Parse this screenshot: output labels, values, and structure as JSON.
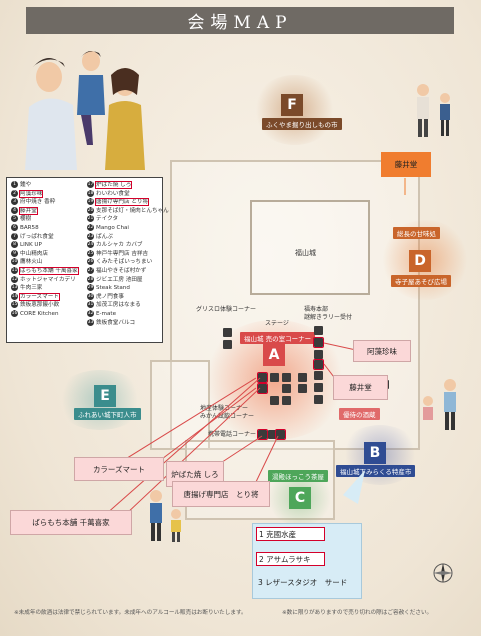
{
  "title": "会場MAP",
  "areas": {
    "A": {
      "letter": "A",
      "label": "福山城 売の室コーナー",
      "color": "#d94a4a"
    },
    "B": {
      "letter": "B",
      "label": "福山城下みらくる特産市",
      "color": "#2f4c93"
    },
    "C": {
      "letter": "C",
      "label": "湯殿ほっこう茶屋",
      "color": "#4ea65a"
    },
    "D": {
      "letter": "D",
      "label": "寺子屋あそび広場",
      "top_label": "総長の甘味処",
      "color": "#c9652b"
    },
    "E": {
      "letter": "E",
      "label": "ふれあい城下町人市",
      "color": "#3b8d8d"
    },
    "F": {
      "letter": "F",
      "label": "ふくやま掘り出しもの市",
      "color": "#7b4a2a"
    }
  },
  "map_labels": {
    "castle": "福山城",
    "stage": "ステージ",
    "taiken": "グリスロ体験コーナー",
    "honbu": "福寿本部",
    "rally": "謎解きラリー受付",
    "chiiki": "地産体験コーナー",
    "mikan": "みかん試飲コーナー",
    "keitai": "携帯電話コーナー",
    "yuutai": "優待の酒蔵"
  },
  "legend": {
    "left": [
      {
        "n": "1",
        "text": "鍾や",
        "hl": false
      },
      {
        "n": "2",
        "text": "阿藻珍味",
        "hl": true
      },
      {
        "n": "3",
        "text": "府中焼き 香粋",
        "hl": false
      },
      {
        "n": "4",
        "text": "藤井堂",
        "hl": true
      },
      {
        "n": "5",
        "text": "櫻樹",
        "hl": false
      },
      {
        "n": "6",
        "text": "BAR58",
        "hl": false
      },
      {
        "n": "7",
        "text": "げっぱれ食堂",
        "hl": false
      },
      {
        "n": "8",
        "text": "LINK UP",
        "hl": false
      },
      {
        "n": "9",
        "text": "中山精肉店",
        "hl": false
      },
      {
        "n": "10",
        "text": "鷹林火山",
        "hl": false
      },
      {
        "n": "11",
        "text": "ばらもち本舗 千萬喜家",
        "hl": true
      },
      {
        "n": "12",
        "text": "ホットジャマイカデリ",
        "hl": false
      },
      {
        "n": "13",
        "text": "牛肉三家",
        "hl": false
      },
      {
        "n": "14",
        "text": "カラーズマート",
        "hl": true
      },
      {
        "n": "15",
        "text": "鉄板恵那饅小飲",
        "hl": false
      },
      {
        "n": "16",
        "text": "CORE Kitchen",
        "hl": false
      }
    ],
    "right": [
      {
        "n": "17",
        "text": "炉ばた焼 しろ",
        "hl": true
      },
      {
        "n": "18",
        "text": "わいわい食堂",
        "hl": false
      },
      {
        "n": "19",
        "text": "唐揚げ専門店 とり将",
        "hl": true
      },
      {
        "n": "20",
        "text": "支那そば灯・焼肉とんちゃん",
        "hl": false
      },
      {
        "n": "21",
        "text": "テイクタ",
        "hl": false
      },
      {
        "n": "22",
        "text": "Mango Chai",
        "hl": false
      },
      {
        "n": "23",
        "text": "ぱんぷ",
        "hl": false
      },
      {
        "n": "24",
        "text": "カルシャカ カバブ",
        "hl": false
      },
      {
        "n": "25",
        "text": "神戸牛専門店 吉祥吉",
        "hl": false
      },
      {
        "n": "26",
        "text": "くみたそばいっちまい",
        "hl": false
      },
      {
        "n": "27",
        "text": "福山やきそば村かず",
        "hl": false
      },
      {
        "n": "28",
        "text": "ジビエ工房 池田屋",
        "hl": false
      },
      {
        "n": "29",
        "text": "Steak Stand",
        "hl": false
      },
      {
        "n": "30",
        "text": "虎ノ門食事",
        "hl": false
      },
      {
        "n": "31",
        "text": "加茂工房はなまる",
        "hl": false
      },
      {
        "n": "32",
        "text": "E-mate",
        "hl": false
      },
      {
        "n": "33",
        "text": "鉄板食堂バルコ",
        "hl": false
      }
    ]
  },
  "callouts": {
    "fujiido_top": "藤井堂",
    "ajimo": "阿藻珍味",
    "fujiido": "藤井堂",
    "colors": "カラーズマート",
    "baramochi": "ばらもち本舗 千萬喜家",
    "robata": "炉ばた焼 しろ",
    "karaage": "唐揚げ専門店　とり将"
  },
  "blue_panel": [
    {
      "text": "1 克國水産",
      "hl": true
    },
    {
      "text": "2 アサムラサキ",
      "hl": true
    },
    {
      "text": "3 レザースタジオ　サード",
      "hl": false
    }
  ],
  "footer": {
    "left": "※未成年の飲酒は法律で禁じられています。未成年へのアルコール販売はお断りいたします。",
    "right": "※数に限りがありますので売り切れの際はご容赦ください。"
  },
  "colors": {
    "highlight": "#d4002a",
    "callout_pink": "#fbd8d8",
    "callout_orange": "#f07d2f",
    "panel_blue": "#d7ecf6",
    "title_bar": "#6f6a64"
  }
}
